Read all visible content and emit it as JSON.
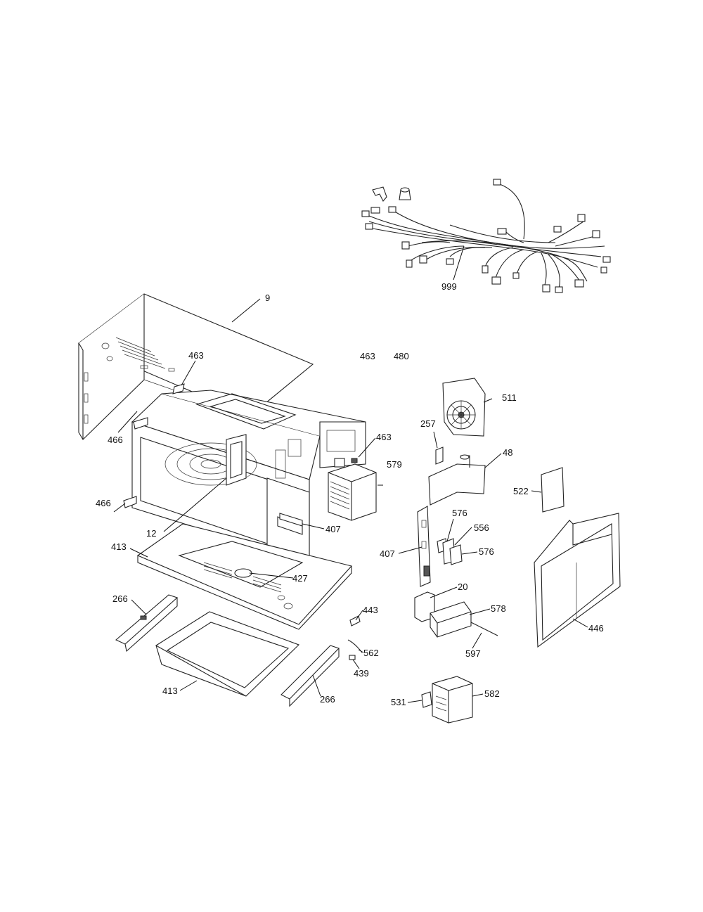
{
  "diagram": {
    "part_labels": [
      {
        "id": "p999",
        "text": "999"
      },
      {
        "id": "p9",
        "text": "9"
      },
      {
        "id": "p463a",
        "text": "463"
      },
      {
        "id": "p463b",
        "text": "463"
      },
      {
        "id": "p480",
        "text": "480"
      },
      {
        "id": "p511",
        "text": "511"
      },
      {
        "id": "p466a",
        "text": "466"
      },
      {
        "id": "p257",
        "text": "257"
      },
      {
        "id": "p463c",
        "text": "463"
      },
      {
        "id": "p579",
        "text": "579"
      },
      {
        "id": "p48",
        "text": "48"
      },
      {
        "id": "p522",
        "text": "522"
      },
      {
        "id": "p466b",
        "text": "466"
      },
      {
        "id": "p12",
        "text": "12"
      },
      {
        "id": "p407a",
        "text": "407"
      },
      {
        "id": "p576a",
        "text": "576"
      },
      {
        "id": "p556",
        "text": "556"
      },
      {
        "id": "p407b",
        "text": "407"
      },
      {
        "id": "p576b",
        "text": "576"
      },
      {
        "id": "p413a",
        "text": "413"
      },
      {
        "id": "p427",
        "text": "427"
      },
      {
        "id": "p20",
        "text": "20"
      },
      {
        "id": "p266a",
        "text": "266"
      },
      {
        "id": "p578",
        "text": "578"
      },
      {
        "id": "p443",
        "text": "443"
      },
      {
        "id": "p446",
        "text": "446"
      },
      {
        "id": "p562",
        "text": "562"
      },
      {
        "id": "p597",
        "text": "597"
      },
      {
        "id": "p439",
        "text": "439"
      },
      {
        "id": "p413b",
        "text": "413"
      },
      {
        "id": "p266b",
        "text": "266"
      },
      {
        "id": "p531",
        "text": "531"
      },
      {
        "id": "p582",
        "text": "582"
      }
    ]
  }
}
